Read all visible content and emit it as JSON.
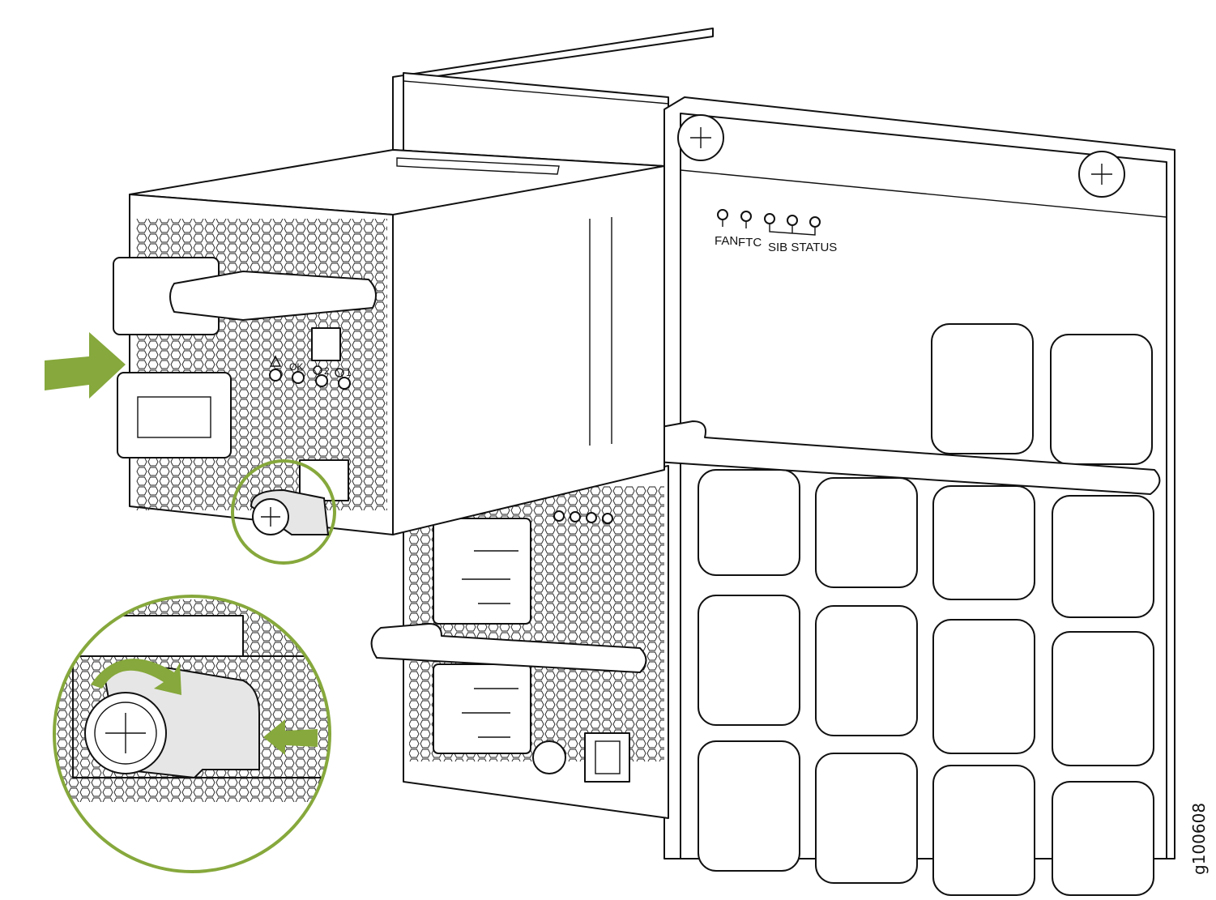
{
  "figure_id": "g100608",
  "chassis_leds": {
    "fan": "FAN",
    "ftc": "FTC",
    "sib_status": "SIB STATUS"
  },
  "psu_leds": {
    "ok": "OK",
    "input2": "2",
    "input1": "1"
  },
  "colors": {
    "accent_green": "#86a83c",
    "line": "#111111",
    "callout_fill": "#e6e6e6"
  }
}
